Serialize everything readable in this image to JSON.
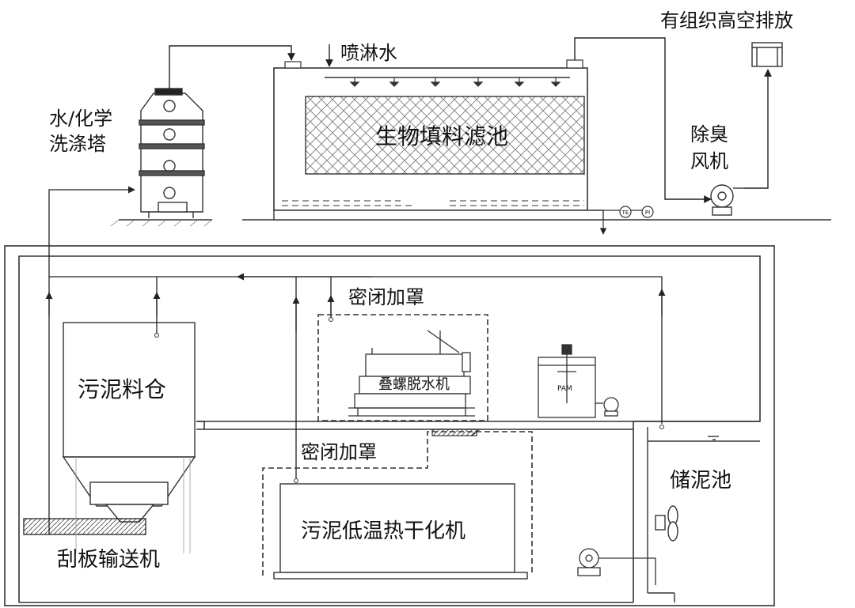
{
  "labels": {
    "scrubber": [
      "水/化学",
      "洗涤塔"
    ],
    "spray_water": "喷淋水",
    "biofilter": "生物填料滤池",
    "high_emission": "有组织高空排放",
    "deodor_fan": [
      "除臭",
      "风机"
    ],
    "sealed_cover_1": "密闭加罩",
    "sealed_cover_2": "密闭加罩",
    "sludge_bin": "污泥料仓",
    "screw_press": "叠螺脱水机",
    "pam_tank": "PAM",
    "sludge_tank": "储泥池",
    "dryer": "污泥低温热干化机",
    "scraper_conveyor": "刮板输送机",
    "gauge_1": "TE",
    "gauge_2": "PI"
  }
}
